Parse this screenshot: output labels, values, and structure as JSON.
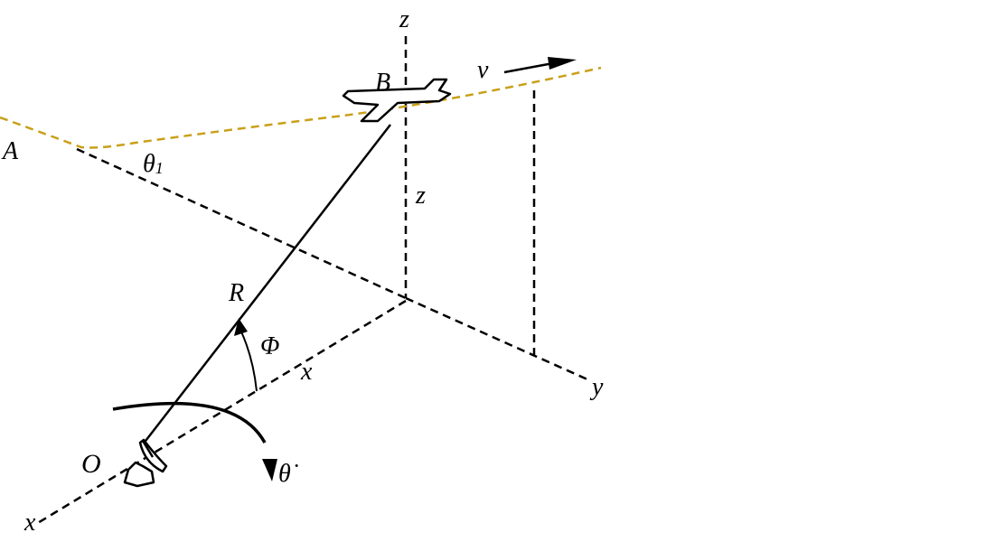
{
  "colors": {
    "ink": "#000000",
    "flight_path": "#C9A01A",
    "background": "#FFFFFF"
  },
  "labels": {
    "z_axis": "z",
    "z_height": "z",
    "y_axis": "y",
    "x_axis": "x",
    "x_ground": "x",
    "velocity": "v",
    "point_a": "A",
    "point_b": "B",
    "point_o": "O",
    "range": "R",
    "elevation": "Φ",
    "angle_theta1": "θ",
    "angle_theta1_sub": "1",
    "azimuth_rate": "θ̇"
  },
  "icons": {
    "aircraft": "airplane-icon",
    "radar": "radar-dish-icon"
  }
}
